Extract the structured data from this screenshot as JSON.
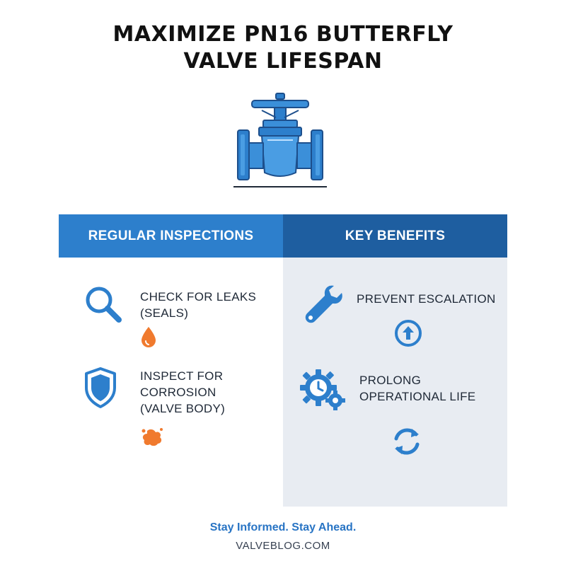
{
  "title": {
    "line1": "MAXIMIZE PN16 BUTTERFLY",
    "line2": "VALVE LIFESPAN"
  },
  "colors": {
    "primary_blue": "#2d7fcc",
    "dark_blue": "#1e5ea0",
    "accent_orange": "#f07a2e",
    "panel_grey": "#e8ecf2"
  },
  "left_panel": {
    "heading": "REGULAR INSPECTIONS",
    "items": [
      {
        "icon": "magnifier-icon",
        "line1": "CHECK FOR LEAKS",
        "line2": "(SEALS)",
        "accent_icon": "water-drop-icon"
      },
      {
        "icon": "shield-icon",
        "line1": "INSPECT FOR",
        "line2": "CORROSION",
        "line3": "(VALVE BODY)",
        "accent_icon": "corrosion-splat-icon"
      }
    ]
  },
  "right_panel": {
    "heading": "KEY BENEFITS",
    "items": [
      {
        "icon": "wrench-icon",
        "line1": "PREVENT ESCALATION",
        "accent_icon": "arrow-up-circle-icon"
      },
      {
        "icon": "gear-clock-icon",
        "line1": "PROLONG",
        "line2": "OPERATIONAL LIFE",
        "accent_icon": "refresh-cycle-icon"
      }
    ]
  },
  "footer": {
    "tagline": "Stay Informed. Stay Ahead.",
    "site": "VALVEBLOG.COM"
  }
}
